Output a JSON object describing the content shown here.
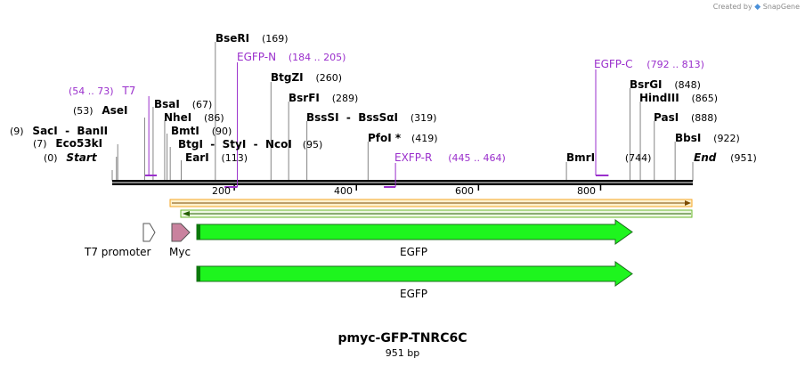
{
  "credit": {
    "prefix": "Created by",
    "brand": "SnapGene"
  },
  "plasmid": {
    "name": "pmyc-GFP-TNRC6C",
    "length_label": "951 bp",
    "length": 951
  },
  "ruler": {
    "ticks": [
      "200",
      "400",
      "600",
      "800"
    ]
  },
  "sites": [
    {
      "name": "Start",
      "pos": "(0)",
      "style": "italic"
    },
    {
      "name": "Eco53kI",
      "pos": "(7)"
    },
    {
      "name": "SacI  -  BanII",
      "pos": "(9)"
    },
    {
      "name": "AseI",
      "pos": "(53)"
    },
    {
      "name": "BsaI",
      "pos": "(67)"
    },
    {
      "name": "NheI",
      "pos": "(86)"
    },
    {
      "name": "BmtI",
      "pos": "(90)"
    },
    {
      "name": "BtgI  -  StyI  -  NcoI",
      "pos": "(95)"
    },
    {
      "name": "EarI",
      "pos": "(113)"
    },
    {
      "name": "BseRI",
      "pos": "(169)"
    },
    {
      "name": "BtgZI",
      "pos": "(260)"
    },
    {
      "name": "BsrFI",
      "pos": "(289)"
    },
    {
      "name": "BssSI  -  BssSαI",
      "pos": "(319)"
    },
    {
      "name": "PfoI *",
      "pos": "(419)"
    },
    {
      "name": "BmrI",
      "pos": "(744)"
    },
    {
      "name": "BsrGI",
      "pos": "(848)"
    },
    {
      "name": "HindIII",
      "pos": "(865)"
    },
    {
      "name": "PasI",
      "pos": "(888)"
    },
    {
      "name": "BbsI",
      "pos": "(922)"
    },
    {
      "name": "End",
      "pos": "(951)",
      "style": "italic"
    }
  ],
  "primers": [
    {
      "name": "T7",
      "range": "(54 .. 73)"
    },
    {
      "name": "EGFP-N",
      "range": "(184 .. 205)"
    },
    {
      "name": "EXFP-R",
      "range": "(445 .. 464)"
    },
    {
      "name": "EGFP-C",
      "range": "(792 .. 813)"
    }
  ],
  "features": [
    {
      "name": "T7 promoter",
      "color": "#ffffff"
    },
    {
      "name": "Myc",
      "color": "#c9829e"
    },
    {
      "name": "EGFP",
      "color": "#1ef51e"
    },
    {
      "name": "EGFP",
      "color": "#1ef51e"
    }
  ],
  "colors": {
    "primer": "#9a2fcc",
    "orange_bar": "#f5a623",
    "green_bar": "#6ab82b"
  }
}
